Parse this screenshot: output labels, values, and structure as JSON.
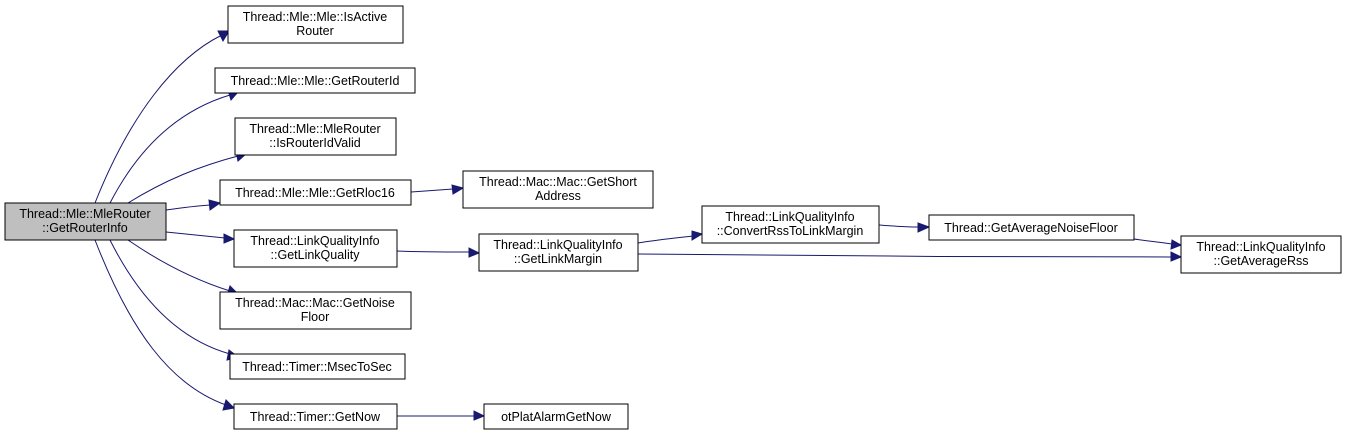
{
  "diagram": {
    "colors": {
      "edge": "#191970",
      "root_fill": "#bfbfbf",
      "node_fill": "#ffffff",
      "node_stroke": "#000000"
    },
    "nodes": {
      "root": {
        "line1": "Thread::Mle::MleRouter",
        "line2": "::GetRouterInfo"
      },
      "is_active_router": {
        "line1": "Thread::Mle::Mle::IsActive",
        "line2": "Router"
      },
      "get_router_id": {
        "line1": "Thread::Mle::Mle::GetRouterId"
      },
      "is_router_id_valid": {
        "line1": "Thread::Mle::MleRouter",
        "line2": "::IsRouterIdValid"
      },
      "get_rloc16": {
        "line1": "Thread::Mle::Mle::GetRloc16"
      },
      "get_short_address": {
        "line1": "Thread::Mac::Mac::GetShort",
        "line2": "Address"
      },
      "get_link_quality": {
        "line1": "Thread::LinkQualityInfo",
        "line2": "::GetLinkQuality"
      },
      "get_link_margin": {
        "line1": "Thread::LinkQualityInfo",
        "line2": "::GetLinkMargin"
      },
      "convert_rss": {
        "line1": "Thread::LinkQualityInfo",
        "line2": "::ConvertRssToLinkMargin"
      },
      "get_avg_noise_floor": {
        "line1": "Thread::GetAverageNoiseFloor"
      },
      "get_avg_rss": {
        "line1": "Thread::LinkQualityInfo",
        "line2": "::GetAverageRss"
      },
      "get_noise_floor": {
        "line1": "Thread::Mac::Mac::GetNoise",
        "line2": "Floor"
      },
      "msec_to_sec": {
        "line1": "Thread::Timer::MsecToSec"
      },
      "get_now": {
        "line1": "Thread::Timer::GetNow"
      },
      "ot_plat_alarm_get_now": {
        "line1": "otPlatAlarmGetNow"
      }
    }
  }
}
